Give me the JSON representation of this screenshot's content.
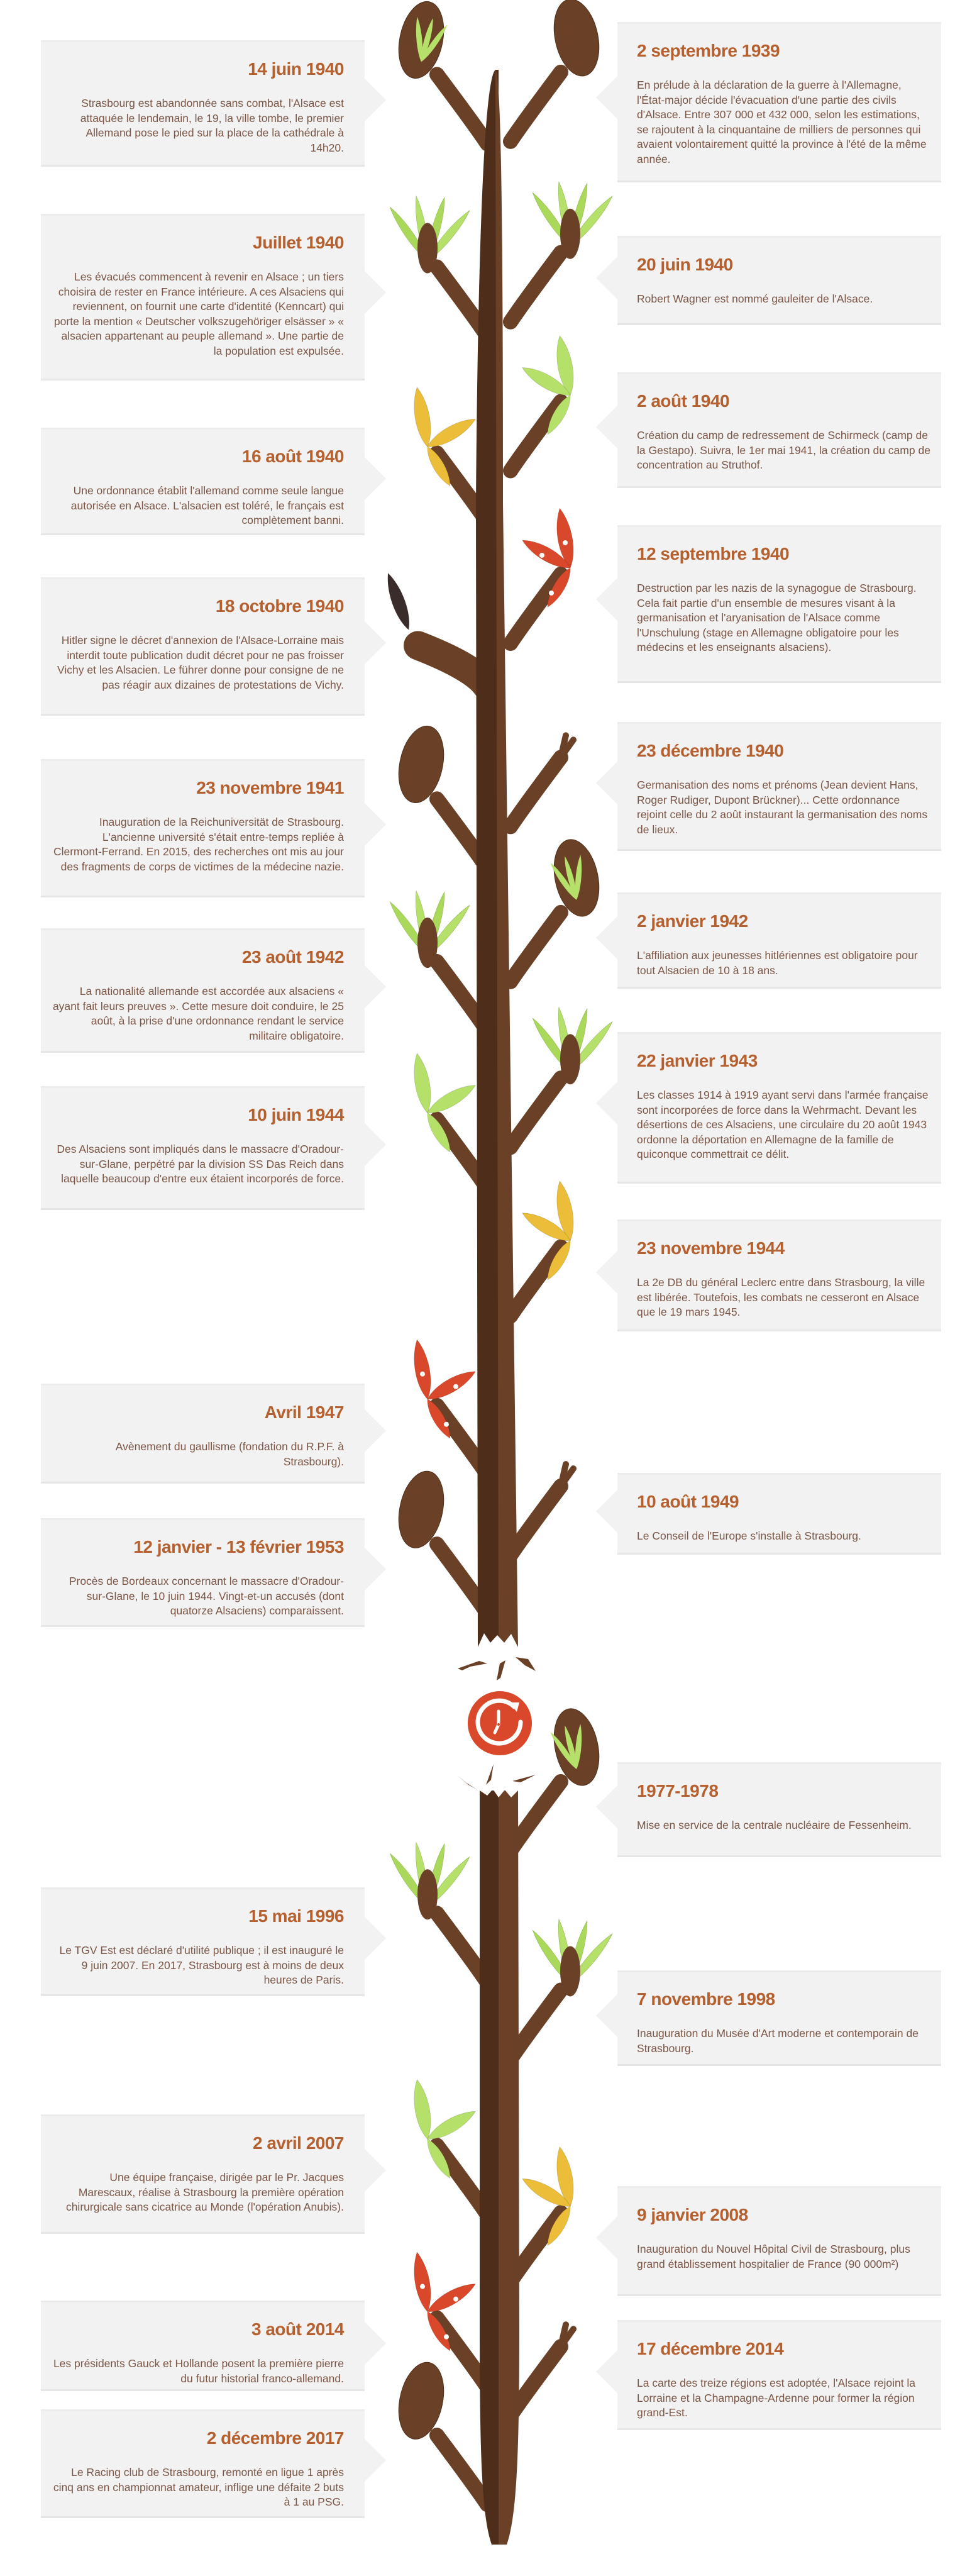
{
  "colors": {
    "trunk_dark": "#4e2e1a",
    "trunk_light": "#6a4127",
    "leaf_green": "#b5e06a",
    "leaf_yellow": "#ebbd38",
    "leaf_red": "#d9482a",
    "leaf_dark": "#3a2c2a",
    "date": "#b5602e",
    "text": "#7b5646",
    "box": "#f2f2f2",
    "clock": "#d9482a"
  },
  "break_icon": "clock-rewind-icon",
  "events": [
    {
      "side": "right",
      "leaf": "bud",
      "date": "2 septembre 1939",
      "text": "En prélude à la déclaration de la guerre à l'Allemagne, l'État-major décide l'évacuation d'une partie des civils d'Alsace. Entre 307 000 et 432 000, selon les estimations, se rajoutent à la cinquantaine de milliers de personnes qui avaient volontairement quitté la province à l'été de la même année."
    },
    {
      "side": "left",
      "leaf": "bud-sprout",
      "date": "14 juin 1940",
      "text": "Strasbourg est abandonnée sans combat, l'Alsace est attaquée le lendemain, le 19, la ville tombe, le premier Allemand pose le pied sur la place de la cathédrale à 14h20."
    },
    {
      "side": "left",
      "leaf": "sprouts",
      "date": "Juillet 1940",
      "text": "Les évacués commencent à revenir en Alsace ; un tiers choisira de rester en France intérieure. A ces Alsaciens qui reviennent, on fournit une carte d'identité (Kenncart) qui porte la mention « Deutscher volkszugehöriger elsässer » « alsacien appartenant au peuple allemand ». Une partie de la population est expulsée."
    },
    {
      "side": "right",
      "leaf": "sprouts",
      "date": "20 juin 1940",
      "text": "Robert Wagner est nommé gauleiter de l'Alsace."
    },
    {
      "side": "right",
      "leaf": "green",
      "date": "2 août 1940",
      "text": "Création du camp de redressement de Schirmeck (camp de la Gestapo). Suivra, le 1er mai 1941, la création du camp de concentration au Struthof."
    },
    {
      "side": "left",
      "leaf": "yellow",
      "date": "16 août 1940",
      "text": "Une ordonnance établit l'allemand comme seule langue autorisée en Alsace. L'alsacien est toléré, le français est complètement banni."
    },
    {
      "side": "right",
      "leaf": "red",
      "date": "12 septembre 1940",
      "text": "Destruction par les nazis de la synagogue de Strasbourg. Cela fait partie d'un ensemble de mesures visant à la germanisation et l'aryanisation de l'Alsace comme l'Unschulung (stage en Allemagne obligatoire pour les médecins et les enseignants alsaciens)."
    },
    {
      "side": "left",
      "leaf": "dark",
      "date": "18 octobre 1940",
      "text": "Hitler signe le décret d'annexion de l'Alsace-Lorraine mais interdit toute publication dudit décret pour ne pas froisser Vichy et les Alsacien. Le führer donne pour consigne de ne pas réagir aux dizaines de protestations de Vichy."
    },
    {
      "side": "right",
      "leaf": "bare",
      "date": "23 décembre 1940",
      "text": "Germanisation des noms et prénoms (Jean devient Hans, Roger Rudiger, Dupont Brückner)... Cette ordonnance rejoint celle du 2 août instaurant la germanisation des noms de lieux."
    },
    {
      "side": "left",
      "leaf": "bud",
      "date": "23 novembre 1941",
      "text": "Inauguration de la Reichuniversität de Strasbourg. L'ancienne université s'était entre-temps repliée à Clermont-Ferrand. En 2015, des recherches ont mis au jour des fragments de corps de victimes de la médecine nazie."
    },
    {
      "side": "right",
      "leaf": "bud-sprout",
      "date": "2 janvier 1942",
      "text": "L'affiliation aux jeunesses hitlériennes est obligatoire pour tout Alsacien de 10 à 18 ans."
    },
    {
      "side": "left",
      "leaf": "sprouts",
      "date": "23 août 1942",
      "text": "La nationalité allemande est accordée aux alsaciens « ayant fait leurs preuves ». Cette mesure doit conduire, le 25 août, à la prise d'une ordonnance rendant le service militaire obligatoire."
    },
    {
      "side": "right",
      "leaf": "sprouts",
      "date": "22 janvier 1943",
      "text": "Les classes 1914 à 1919 ayant servi dans l'armée française sont incorporées de force dans la Wehrmacht. Devant les désertions de ces Alsaciens, une circulaire du 20 août 1943 ordonne la déportation en Allemagne de la famille de quiconque commettrait ce délit."
    },
    {
      "side": "left",
      "leaf": "green",
      "date": "10 juin 1944",
      "text": "Des Alsaciens sont impliqués dans le massacre d'Oradour-sur-Glane, perpétré par la division SS Das Reich dans laquelle beaucoup d'entre eux étaient incorporés de force."
    },
    {
      "side": "right",
      "leaf": "yellow",
      "date": "23 novembre 1944",
      "text": "La 2e DB du général Leclerc entre dans Strasbourg, la ville est libérée. Toutefois, les combats ne cesseront en Alsace que le 19 mars 1945."
    },
    {
      "side": "left",
      "leaf": "red",
      "date": "Avril 1947",
      "text": "Avènement du gaullisme (fondation du R.P.F. à Strasbourg)."
    },
    {
      "side": "right",
      "leaf": "bare",
      "date": "10 août 1949",
      "text": "Le Conseil de l'Europe s'installe à Strasbourg."
    },
    {
      "side": "left",
      "leaf": "bud",
      "date": "12 janvier - 13 février 1953",
      "text": "Procès de Bordeaux concernant le massacre d'Oradour-sur-Glane, le 10 juin 1944. Vingt-et-un accusés (dont quatorze Alsaciens) comparaissent."
    },
    {
      "side": "right",
      "leaf": "bud-sprout",
      "date": "1977-1978",
      "text": "Mise en service de la centrale nucléaire de Fessenheim."
    },
    {
      "side": "left",
      "leaf": "sprouts",
      "date": "15 mai 1996",
      "text": "Le TGV Est est déclaré d'utilité publique ; il est inauguré le 9 juin 2007.  En 2017, Strasbourg est à moins de deux heures de Paris."
    },
    {
      "side": "right",
      "leaf": "sprouts",
      "date": "7 novembre 1998",
      "text": "Inauguration du Musée d'Art moderne et contemporain de Strasbourg."
    },
    {
      "side": "left",
      "leaf": "green",
      "date": "2 avril 2007",
      "text": "Une équipe française, dirigée par le Pr. Jacques Marescaux, réalise à Strasbourg la première opération chirurgicale sans cicatrice au Monde (l'opération Anubis)."
    },
    {
      "side": "right",
      "leaf": "yellow",
      "date": "9 janvier 2008",
      "text": "Inauguration du Nouvel Hôpital Civil de Strasbourg, plus grand établissement hospitalier de France (90 000m²)"
    },
    {
      "side": "left",
      "leaf": "red",
      "date": "3 août 2014",
      "text": "Les présidents Gauck et Hollande posent la première pierre du futur historial franco-allemand."
    },
    {
      "side": "right",
      "leaf": "bare",
      "date": "17 décembre 2014",
      "text": "La carte des treize régions est adoptée, l'Alsace rejoint la Lorraine et la Champagne-Ardenne pour former la région grand-Est."
    },
    {
      "side": "left",
      "leaf": "bud",
      "date": "2 décembre 2017",
      "text": "Le Racing club de Strasbourg, remonté en ligue 1 après cinq ans en championnat  amateur, inflige une défaite 2 buts à 1 au PSG."
    }
  ]
}
